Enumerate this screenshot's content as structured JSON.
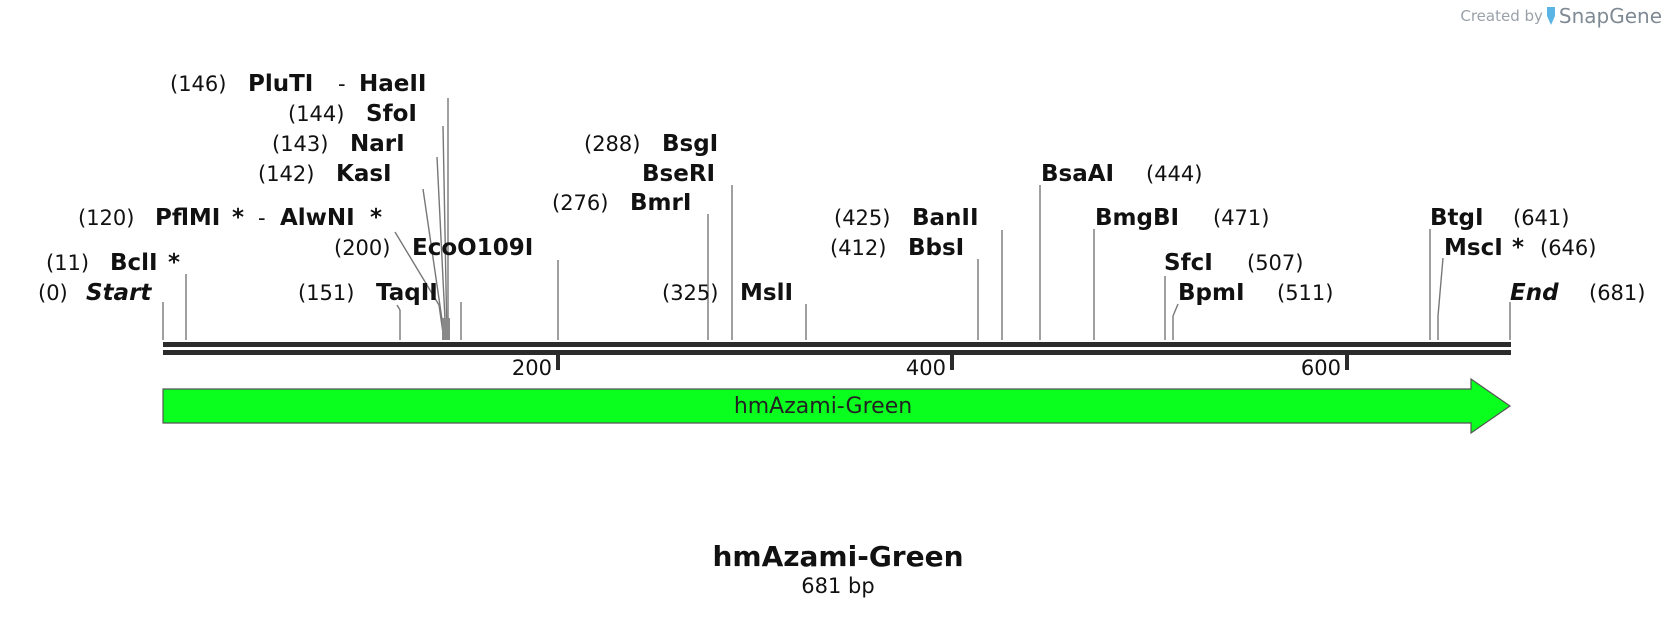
{
  "credit": {
    "prefix": "Created by",
    "brand": "SnapGene"
  },
  "plasmid": {
    "name": "hmAzami-Green",
    "length_label": "681 bp",
    "length_bp": 681
  },
  "feature": {
    "label": "hmAzami-Green",
    "color": "#0aff1e",
    "direction": "forward"
  },
  "ruler": {
    "ticks": [
      "200",
      "400",
      "600"
    ]
  },
  "sites": [
    {
      "id": "start",
      "pos": "(0)",
      "name": "Start",
      "bp": 0,
      "end": true
    },
    {
      "id": "bcli",
      "pos": "(11)",
      "name": "BclI",
      "star": "*",
      "bp": 11
    },
    {
      "id": "taqii",
      "pos": "(151)",
      "name": "TaqII",
      "bp": 151
    },
    {
      "id": "pflmi-alwni",
      "pos": "(120)",
      "name": "PflMI",
      "star": "*",
      "sep": "-",
      "name2": "AlwNI",
      "star2": "*",
      "bp": 120
    },
    {
      "id": "kasi",
      "pos": "(142)",
      "name": "KasI",
      "bp": 142
    },
    {
      "id": "nari",
      "pos": "(143)",
      "name": "NarI",
      "bp": 143
    },
    {
      "id": "sfoi",
      "pos": "(144)",
      "name": "SfoI",
      "bp": 144
    },
    {
      "id": "pluti-haeii",
      "pos": "(146)",
      "name": "PluTI",
      "sep": "-",
      "name2": "HaeII",
      "bp": 146
    },
    {
      "id": "ecoo109i",
      "pos": "(200)",
      "name": "EcoO109I",
      "bp": 200
    },
    {
      "id": "bmri",
      "pos": "(276)",
      "name": "BmrI",
      "bp": 276
    },
    {
      "id": "bsgi",
      "pos": "(288)",
      "name": "BsgI",
      "bp": 288
    },
    {
      "id": "bseri",
      "name": "BseRI",
      "bp": 288
    },
    {
      "id": "msli",
      "pos": "(325)",
      "name": "MslI",
      "bp": 325
    },
    {
      "id": "bbsi",
      "pos": "(412)",
      "name": "BbsI",
      "bp": 412
    },
    {
      "id": "banii",
      "pos": "(425)",
      "name": "BanII",
      "bp": 425
    },
    {
      "id": "bsaai",
      "pos": "(444)",
      "name": "BsaAI",
      "bp": 444
    },
    {
      "id": "bmgbi",
      "pos": "(471)",
      "name": "BmgBI",
      "bp": 471
    },
    {
      "id": "sfci",
      "pos": "(507)",
      "name": "SfcI",
      "bp": 507
    },
    {
      "id": "bpmi",
      "pos": "(511)",
      "name": "BpmI",
      "bp": 511
    },
    {
      "id": "btgi",
      "pos": "(641)",
      "name": "BtgI",
      "bp": 641
    },
    {
      "id": "msci",
      "pos": "(646)",
      "name": "MscI",
      "star": "*",
      "bp": 646
    },
    {
      "id": "end",
      "pos": "(681)",
      "name": "End",
      "bp": 681,
      "end": true
    }
  ]
}
